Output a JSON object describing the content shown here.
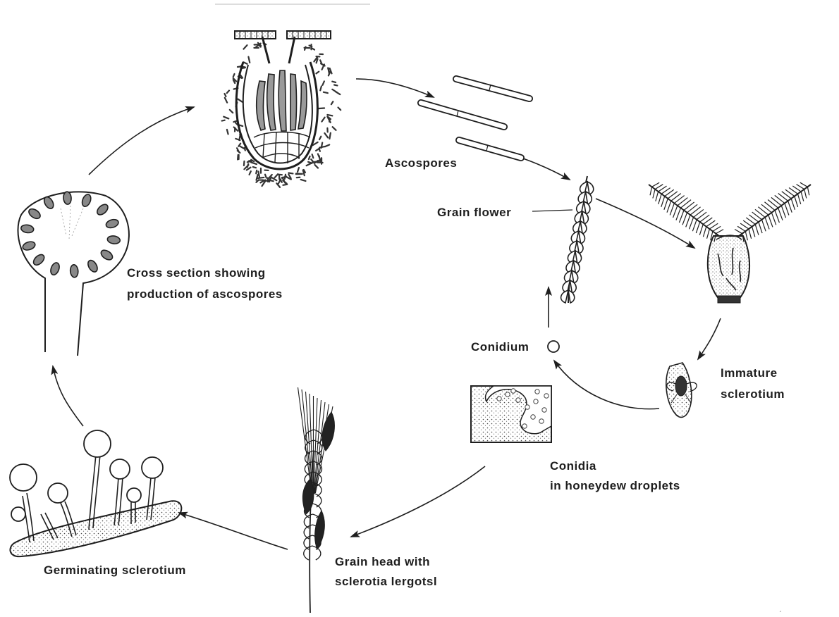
{
  "labels": {
    "ascospores": "Ascospores",
    "grain_flower": "Grain flower",
    "cross_section_line1": "Cross section showing",
    "cross_section_line2": "production of ascospores",
    "conidium": "Conidium",
    "immature_line1": "Immature",
    "immature_line2": "sclerotium",
    "conidia_line1": "Conidia",
    "conidia_line2": "in honeydew droplets",
    "grain_head_line1": "Grain head with",
    "grain_head_line2": "sclerotia lergotsl",
    "germinating": "Germinating sclerotium"
  },
  "colors": {
    "ink": "#1e1e1e",
    "paper": "#ffffff"
  }
}
